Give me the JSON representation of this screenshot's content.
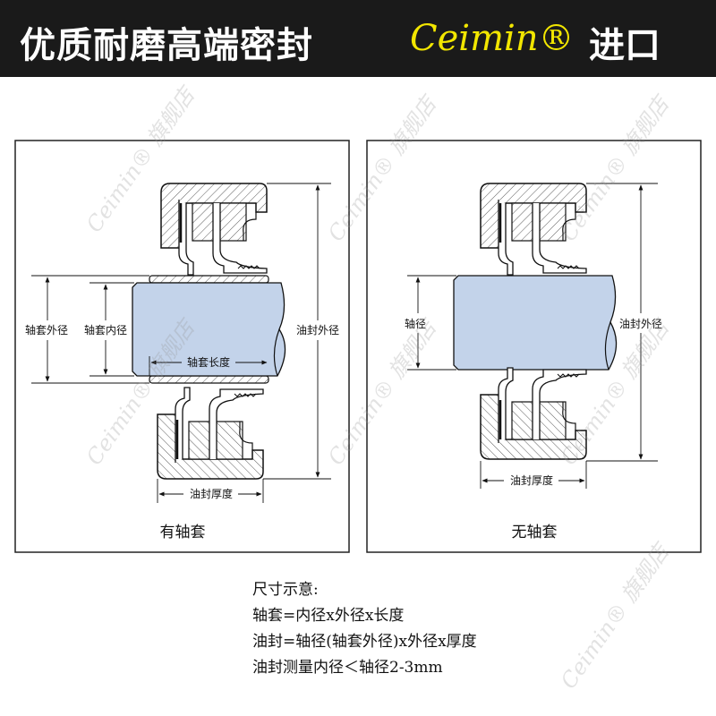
{
  "header": {
    "title": "优质耐磨高端密封",
    "brand": "Ceimin®",
    "suffix": "进口"
  },
  "colors": {
    "header_bg": "#1a1a1a",
    "brand": "#f2e600",
    "shaft": "#c3d3ea"
  },
  "watermark": "Ceimin® 旗舰店",
  "left_panel": {
    "caption": "有轴套",
    "labels": {
      "sleeve_outer_dia": "轴套外径",
      "sleeve_inner_dia": "轴套内径",
      "seal_outer_dia": "油封外径",
      "sleeve_length": "轴套长度",
      "seal_thickness": "油封厚度"
    }
  },
  "right_panel": {
    "caption": "无轴套",
    "labels": {
      "shaft_dia": "轴径",
      "seal_outer_dia": "油封外径",
      "seal_thickness": "油封厚度"
    }
  },
  "notes": {
    "title": "尺寸示意:",
    "lines": [
      "轴套=内径x外径x长度",
      "油封=轴径(轴套外径)x外径x厚度",
      "油封测量内径＜轴径2-3mm"
    ]
  }
}
